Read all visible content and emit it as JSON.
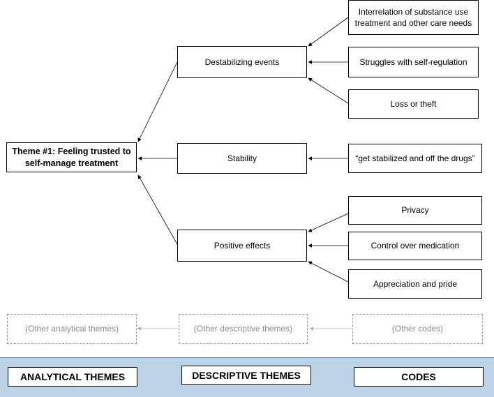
{
  "analytical": {
    "theme1": "Theme #1: Feeling trusted to self-manage treatment",
    "other": "(Other analytical themes)"
  },
  "descriptive": {
    "destabilizing": "Destabilizing events",
    "stability": "Stability",
    "positive": "Positive effects",
    "other": "(Other descriptive themes)"
  },
  "codes": {
    "interrelation": "Interrelation of substance use treatment and other care needs",
    "struggles": "Struggles with self-regulation",
    "loss": "Loss or theft",
    "stabilized": "“get stabilized and off the drugs”",
    "privacy": "Privacy",
    "control": "Control over medication",
    "appreciation": "Appreciation and pride",
    "other": "(Other codes)"
  },
  "legend": {
    "analytical": "ANALYTICAL THEMES",
    "descriptive": "DESCRIPTIVE THEMES",
    "codes": "CODES"
  },
  "colors": {
    "legend_band": "#bcd3e8",
    "dashed_gray": "#9a9a9a"
  }
}
